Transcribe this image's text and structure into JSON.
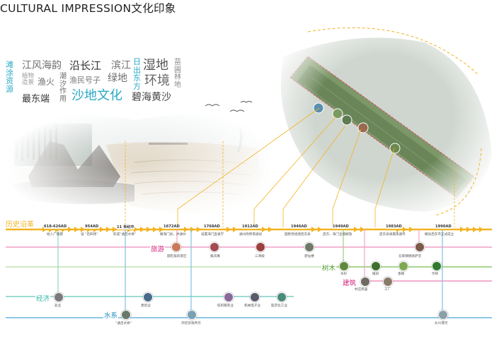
{
  "title": "CULTURAL IMPRESSION文化印象",
  "word_cloud": [
    {
      "text": "滩涂资源",
      "color": "#2aa9c6"
    },
    {
      "text": "江风海韵",
      "color": "#6f6f6f"
    },
    {
      "text": "植物造景",
      "color": "#9a9a9a"
    },
    {
      "text": "渔火",
      "color": "#6f6f6f"
    },
    {
      "text": "潮汐作用",
      "color": "#6f6f6f"
    },
    {
      "text": "沿长江",
      "color": "#333333"
    },
    {
      "text": "渔民号子",
      "color": "#7a7a7a"
    },
    {
      "text": "滨江",
      "color": "#6f6f6f"
    },
    {
      "text": "绿地",
      "color": "#6f6f6f"
    },
    {
      "text": "日出东方",
      "color": "#2aa9c6"
    },
    {
      "text": "湿地",
      "color": "#555555"
    },
    {
      "text": "苗圃林地",
      "color": "#8a8a8a"
    },
    {
      "text": "环境",
      "color": "#666666"
    },
    {
      "text": "最东端",
      "color": "#333333"
    },
    {
      "text": "沙地文化",
      "color": "#2aa9c6"
    },
    {
      "text": "碧海黄沙",
      "color": "#444444"
    }
  ],
  "timeline": {
    "title": "历史沿革",
    "events": [
      {
        "year": "618-626AD",
        "desc": "始入广陵郡"
      },
      {
        "year": "954AD",
        "desc": "设 “吕四场”"
      },
      {
        "year": "11 世纪中",
        "desc": "形成“通吕水脊”"
      },
      {
        "year": "1672AD",
        "desc": "撤海门县，并通州"
      },
      {
        "year": "1768AD",
        "desc": "设置海门直隶厅"
      },
      {
        "year": "1912AD",
        "desc": "通州改称南通县"
      },
      {
        "year": "1946AD",
        "desc": "国民党组建启东县"
      },
      {
        "year": "1949AD",
        "desc": "启东、海门全境解放"
      },
      {
        "year": "1983AD",
        "desc": "启东县隶属南通市"
      },
      {
        "year": "1990AD",
        "desc": "撤县启东市正式成立"
      }
    ]
  },
  "categories": {
    "tourism": {
      "label": "旅游",
      "color": "#d6237d"
    },
    "forest": {
      "label": "树木",
      "color": "#4f9a2c"
    },
    "architecture": {
      "label": "建筑",
      "color": "#d6237d"
    },
    "economy": {
      "label": "经济",
      "color": "#35b3a8"
    },
    "water": {
      "label": "水系",
      "color": "#2a8fc4"
    }
  },
  "nodes": {
    "tourism": [
      {
        "label": "圆陀角风景区"
      },
      {
        "label": "集庆庵"
      },
      {
        "label": "三清殿"
      },
      {
        "label": "碧仙楼"
      }
    ],
    "forest": [
      {
        "label": "水杉"
      },
      {
        "label": "植树"
      },
      {
        "label": "香樟"
      },
      {
        "label": "竹林"
      }
    ],
    "architecture": [
      {
        "label": "村庄民居"
      },
      {
        "label": "工厂"
      },
      {
        "label": "吾家镇德助萨堂"
      }
    ],
    "economy": [
      {
        "label": "盐业"
      },
      {
        "label": "建筑业"
      },
      {
        "label": "纺织服装业"
      },
      {
        "label": "机械电子业"
      },
      {
        "label": "医药化工业"
      }
    ],
    "water": [
      {
        "label": "“通吕水脊”"
      },
      {
        "label": "开挖崇海界河"
      },
      {
        "label": "头兴港河"
      }
    ]
  },
  "colors": {
    "timeline": "#f2b321",
    "dashed": "#f2b321",
    "tourism": "#f2a3c7",
    "forest": "#9ccf7f",
    "economy": "#8fd4cd",
    "water": "#7ec0e3"
  }
}
